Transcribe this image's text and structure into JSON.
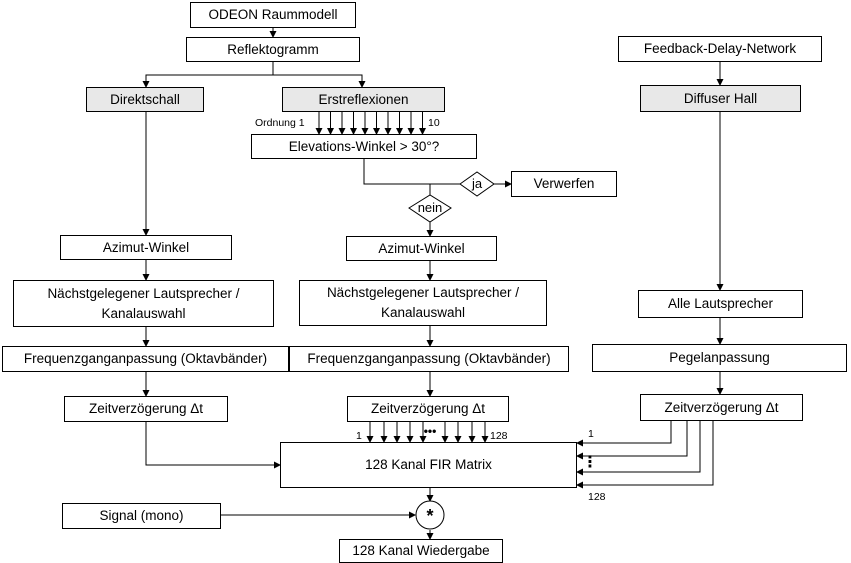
{
  "nodes": {
    "odeon": "ODEON Raummodell",
    "reflektogramm": "Reflektogramm",
    "direktschall": "Direktschall",
    "erstreflexionen": "Erstreflexionen",
    "elevation": "Elevations-Winkel > 30°?",
    "verwerfen": "Verwerfen",
    "azimut_left": "Azimut-Winkel",
    "azimut_mid": "Azimut-Winkel",
    "nearest_left": "Nächstgelegener Lautsprecher / Kanalauswahl",
    "nearest_mid": "Nächstgelegener Lautsprecher / Kanalauswahl",
    "freq_left": "Frequenzganganpassung (Oktavbänder)",
    "freq_mid": "Frequenzganganpassung (Oktavbänder)",
    "delay_left": "Zeitverzögerung Δt",
    "delay_mid": "Zeitverzögerung Δt",
    "fdn": "Feedback-Delay-Network",
    "diffuser": "Diffuser Hall",
    "alle": "Alle Lautsprecher",
    "pegel": "Pegelanpassung",
    "delay_right": "Zeitverzögerung Δt",
    "fir": "128 Kanal FIR Matrix",
    "signal": "Signal (mono)",
    "wiedergabe": "128 Kanal Wiedergabe"
  },
  "decisions": {
    "ja": "ja",
    "nein": "nein"
  },
  "operator": "*",
  "labels": {
    "ordnung_start": "Ordnung 1",
    "ordnung_end": "10",
    "channels_mid_start": "1",
    "channels_mid_dots": "•••",
    "channels_mid_end": "128",
    "channels_right_start": "1",
    "channels_right_dots": "⋮",
    "channels_right_end": "128"
  },
  "colors": {
    "gray_box": "#e8e8e8",
    "line": "#000000"
  }
}
